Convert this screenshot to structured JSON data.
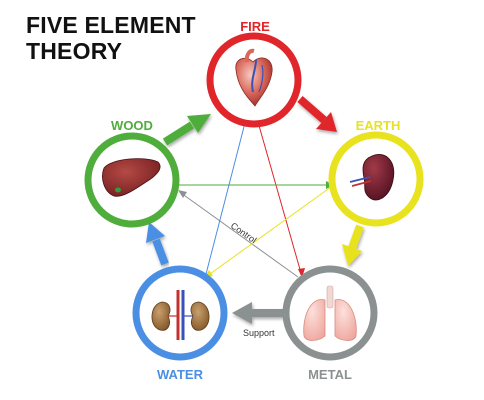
{
  "title": {
    "line1": "FIVE ELEMENT",
    "line2": "THEORY"
  },
  "elements": {
    "fire": {
      "label": "FIRE",
      "organ": "heart",
      "color": "#e0262b"
    },
    "earth": {
      "label": "EARTH",
      "organ": "spleen",
      "color": "#e8e21f"
    },
    "metal": {
      "label": "METAL",
      "organ": "lungs",
      "color": "#8b9190"
    },
    "water": {
      "label": "WATER",
      "organ": "kidneys",
      "color": "#4a8fe3"
    },
    "wood": {
      "label": "WOOD",
      "organ": "liver",
      "color": "#4fad3b"
    }
  },
  "relations": {
    "control": "Control",
    "support": "Support"
  }
}
